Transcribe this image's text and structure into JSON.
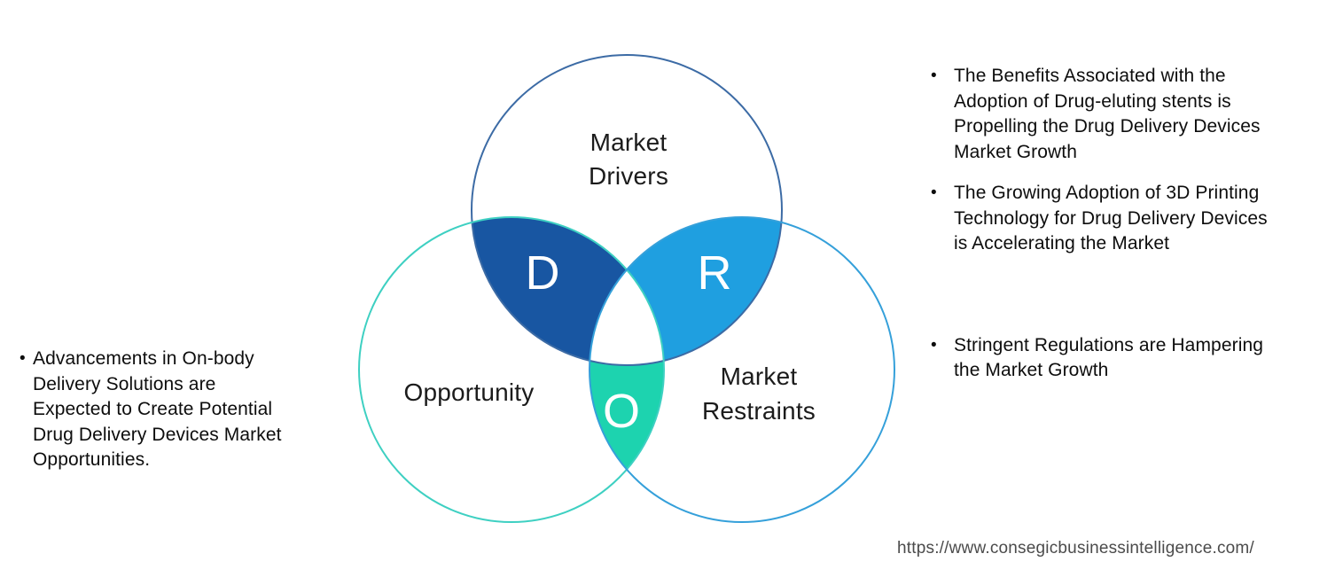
{
  "diagram": {
    "letters": {
      "d": "D",
      "r": "R",
      "o": "O"
    },
    "labels": {
      "drivers_lines": [
        "Market",
        "Drivers"
      ],
      "opportunity": "Opportunity",
      "restraints_lines": [
        "Market",
        "Restraints"
      ]
    },
    "colors": {
      "drivers_lens_fill": "#1856a2",
      "restraints_lens_fill": "#1f9fe0",
      "opportunity_lens_fill": "#1dd3af",
      "center_fill": "#ffffff",
      "drivers_circle_stroke": "#3c6ba5",
      "opportunity_circle_stroke": "#3ed0c2",
      "restraints_circle_stroke": "#35a0da"
    }
  },
  "left_panel": {
    "bullet_char": "•",
    "item_lines": [
      "Advancements in On-body",
      "Delivery Solutions are",
      "Expected to Create Potential",
      "Drug Delivery Devices Market",
      "Opportunities."
    ]
  },
  "right_panel": {
    "bullet_char": "•",
    "bullets": [
      {
        "lines": [
          "The Benefits Associated with the",
          "Adoption of Drug-eluting stents is",
          "Propelling the Drug Delivery Devices",
          "Market Growth"
        ]
      },
      {
        "lines": [
          "The Growing Adoption of 3D Printing",
          "Technology for Drug Delivery Devices",
          "is Accelerating the Market"
        ]
      },
      {
        "lines": [
          "Stringent Regulations are Hampering",
          "the Market Growth"
        ]
      }
    ]
  },
  "footer": {
    "url": "https://www.consegicbusinessintelligence.com/"
  }
}
